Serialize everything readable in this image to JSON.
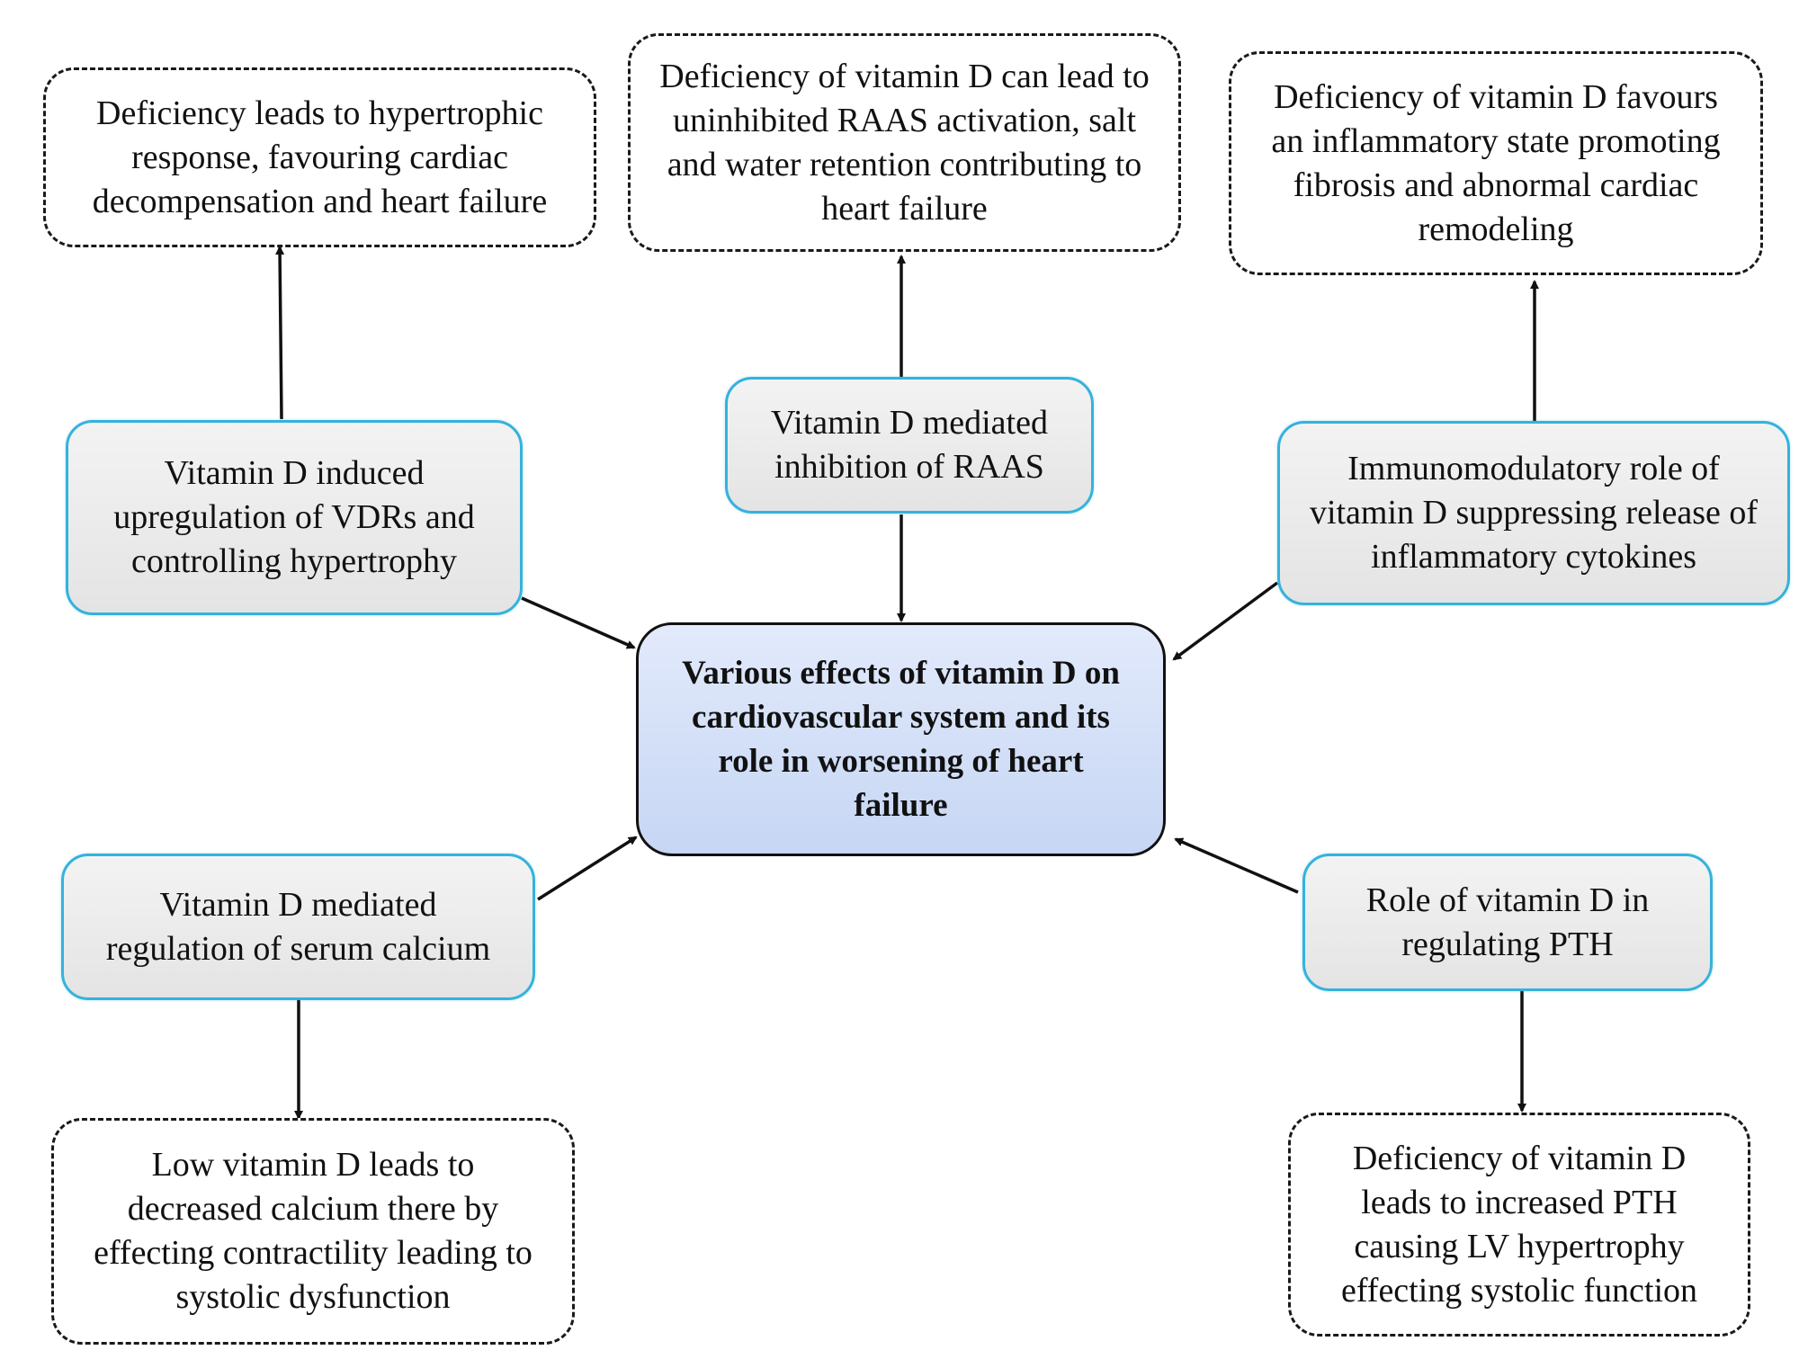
{
  "central": {
    "label": "Various effects of vitamin D on cardiovascular system and its role in worsening of heart failure"
  },
  "mechanisms": {
    "vdr_hypertrophy": "Vitamin D induced upregulation of VDRs and controlling hypertrophy",
    "raas_inhibition": "Vitamin D mediated inhibition of RAAS",
    "immunomodulatory": "Immunomodulatory role of vitamin D suppressing release of inflammatory cytokines",
    "serum_calcium": "Vitamin D mediated regulation of serum calcium",
    "pth_regulation": "Role of vitamin D in regulating PTH"
  },
  "effects": {
    "hypertrophic_response": "Deficiency leads to hypertrophic response, favouring cardiac decompensation and heart failure",
    "raas_activation": "Deficiency of vitamin D can lead to uninhibited RAAS activation, salt and water retention contributing to heart failure",
    "inflammatory_state": "Deficiency of vitamin D favours an inflammatory state promoting fibrosis and abnormal cardiac remodeling",
    "systolic_dysfunction": "Low vitamin D leads to decreased calcium there by effecting contractility leading to systolic dysfunction",
    "lv_hypertrophy": "Deficiency of vitamin D leads to increased PTH causing LV hypertrophy effecting systolic function"
  },
  "colors": {
    "mechanism_border": "#35b2dc",
    "mechanism_fill": "#e9e9e9",
    "central_fill": "#cfdcf6",
    "central_border": "#111111",
    "arrow": "#111111",
    "effect_border": "#1a1a1a"
  }
}
